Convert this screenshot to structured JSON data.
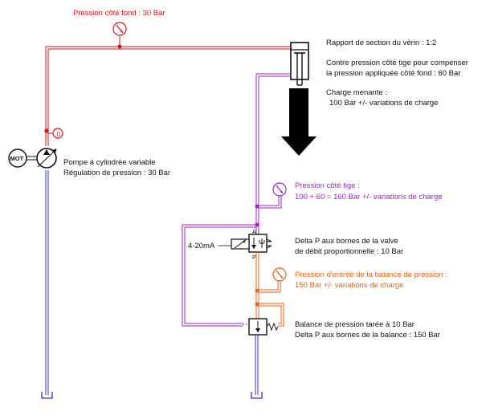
{
  "labels": {
    "bottom_pressure": "Pression côté fond : 30 Bar",
    "section_ratio": "Rapport de section du vérin : 1:2",
    "counter_pressure_1": "Contre pression côté tige pour compenser",
    "counter_pressure_2": "la pression appliquée côté fond : 60 Bar",
    "load_title": "Charge menante :",
    "load_value": "100 Bar +/- variations de charge",
    "pump_1": "Pompe à cylindrée variable",
    "pump_2": "Régulation de pression : 30 Bar",
    "rod_pressure_1": "Pression côté tige :",
    "rod_pressure_2": "100 + 60 = 160 Bar +/- variations de charge",
    "current_signal": "4-20mA",
    "valve_dp_1": "Delta P aux bornes de la valve",
    "valve_dp_2": "de débit proportionnelle : 10 Bar",
    "inlet_pressure_1": "Pression d'entrée de la balance de pression :",
    "inlet_pressure_2": "150 Bar +/- variations de charge",
    "balance_1": "Balance de pression tarée à 10 Bar",
    "balance_2": "Delta P aux bornes de la balance : 150 Bar"
  },
  "symbols": {
    "motor": "MOT",
    "port_a": "A",
    "port_p": "P",
    "relief_mark": "D"
  },
  "colors": {
    "red_line": "#e0101a",
    "violet_line": "#a020d0",
    "orange_line": "#f06010",
    "blue_line": "#3030e0",
    "ink": "#111111"
  }
}
